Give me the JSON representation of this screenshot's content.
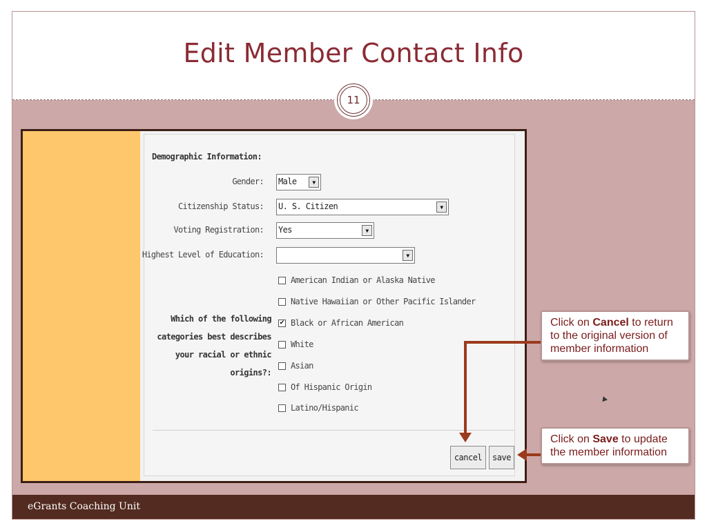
{
  "slide": {
    "title": "Edit Member Contact Info",
    "page_number": "11",
    "footer": "eGrants Coaching Unit"
  },
  "form": {
    "heading": "Demographic Information:",
    "fields": [
      {
        "label": "Gender:",
        "value": "Male"
      },
      {
        "label": "Citizenship Status:",
        "value": "U. S. Citizen"
      },
      {
        "label": "Voting Registration:",
        "value": "Yes"
      },
      {
        "label": "Highest Level of Education:",
        "value": ""
      }
    ],
    "race_question": "Which of the following categories best describes your racial or ethnic origins?:",
    "race_options": [
      {
        "label": "American Indian or Alaska Native",
        "checked": false
      },
      {
        "label": "Native Hawaiian or Other Pacific Islander",
        "checked": false
      },
      {
        "label": "Black or African American",
        "checked": true
      },
      {
        "label": "White",
        "checked": false
      },
      {
        "label": "Asian",
        "checked": false
      },
      {
        "label": "Of Hispanic Origin",
        "checked": false
      },
      {
        "label": "Latino/Hispanic",
        "checked": false
      }
    ],
    "buttons": {
      "cancel": "cancel",
      "save": "save"
    }
  },
  "callouts": {
    "cancel": {
      "prefix": "Click on ",
      "keyword": "Cancel",
      "suffix": " to return to the original version of member information"
    },
    "save": {
      "prefix": "Click on ",
      "keyword": "Save",
      "suffix": " to update the member information"
    }
  },
  "colors": {
    "slide_background": "#cca8a8",
    "title": "#8b2b34",
    "footer_bar": "#532b20",
    "sidebar": "#fec76c",
    "arrow": "#9b3a1c",
    "callout_text": "#7a1b1b"
  }
}
